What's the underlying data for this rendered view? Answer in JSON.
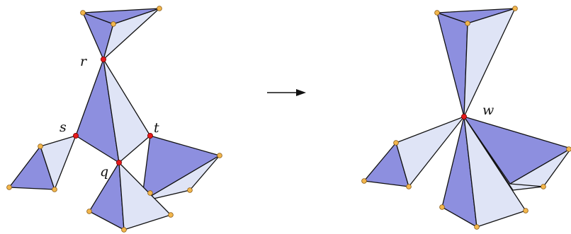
{
  "colors": {
    "dark_face": "#8d8fdf",
    "light_face": "#dfe4f6",
    "edge": "#111111",
    "special_vertex": "#e41a1c",
    "vertex": "#f2b64c",
    "vertex_stroke": "#8a5a14"
  },
  "labels": {
    "r": "r",
    "s": "s",
    "t": "t",
    "q": "q",
    "w": "w"
  },
  "arrow": {
    "icon": "right-arrow-icon"
  }
}
